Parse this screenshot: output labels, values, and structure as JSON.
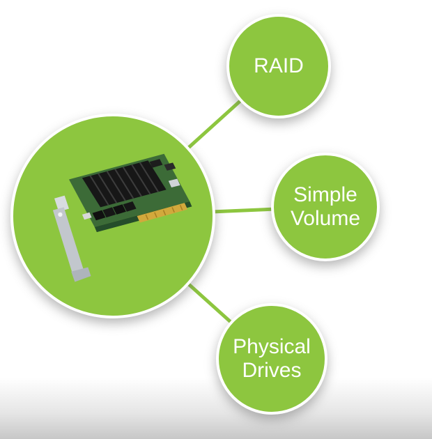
{
  "page": {
    "background_top_color": "#ffffff",
    "background_bottom_color": "#c7c7c7"
  },
  "diagram": {
    "accent_color": "#8dc63f",
    "text_color": "#ffffff",
    "hub": {
      "image": "raid-controller-card"
    },
    "nodes": [
      {
        "id": "raid",
        "lines": [
          "RAID"
        ]
      },
      {
        "id": "simple-volume",
        "lines": [
          "Simple",
          "Volume"
        ]
      },
      {
        "id": "physical-drives",
        "lines": [
          "Physical",
          "Drives"
        ]
      }
    ]
  }
}
